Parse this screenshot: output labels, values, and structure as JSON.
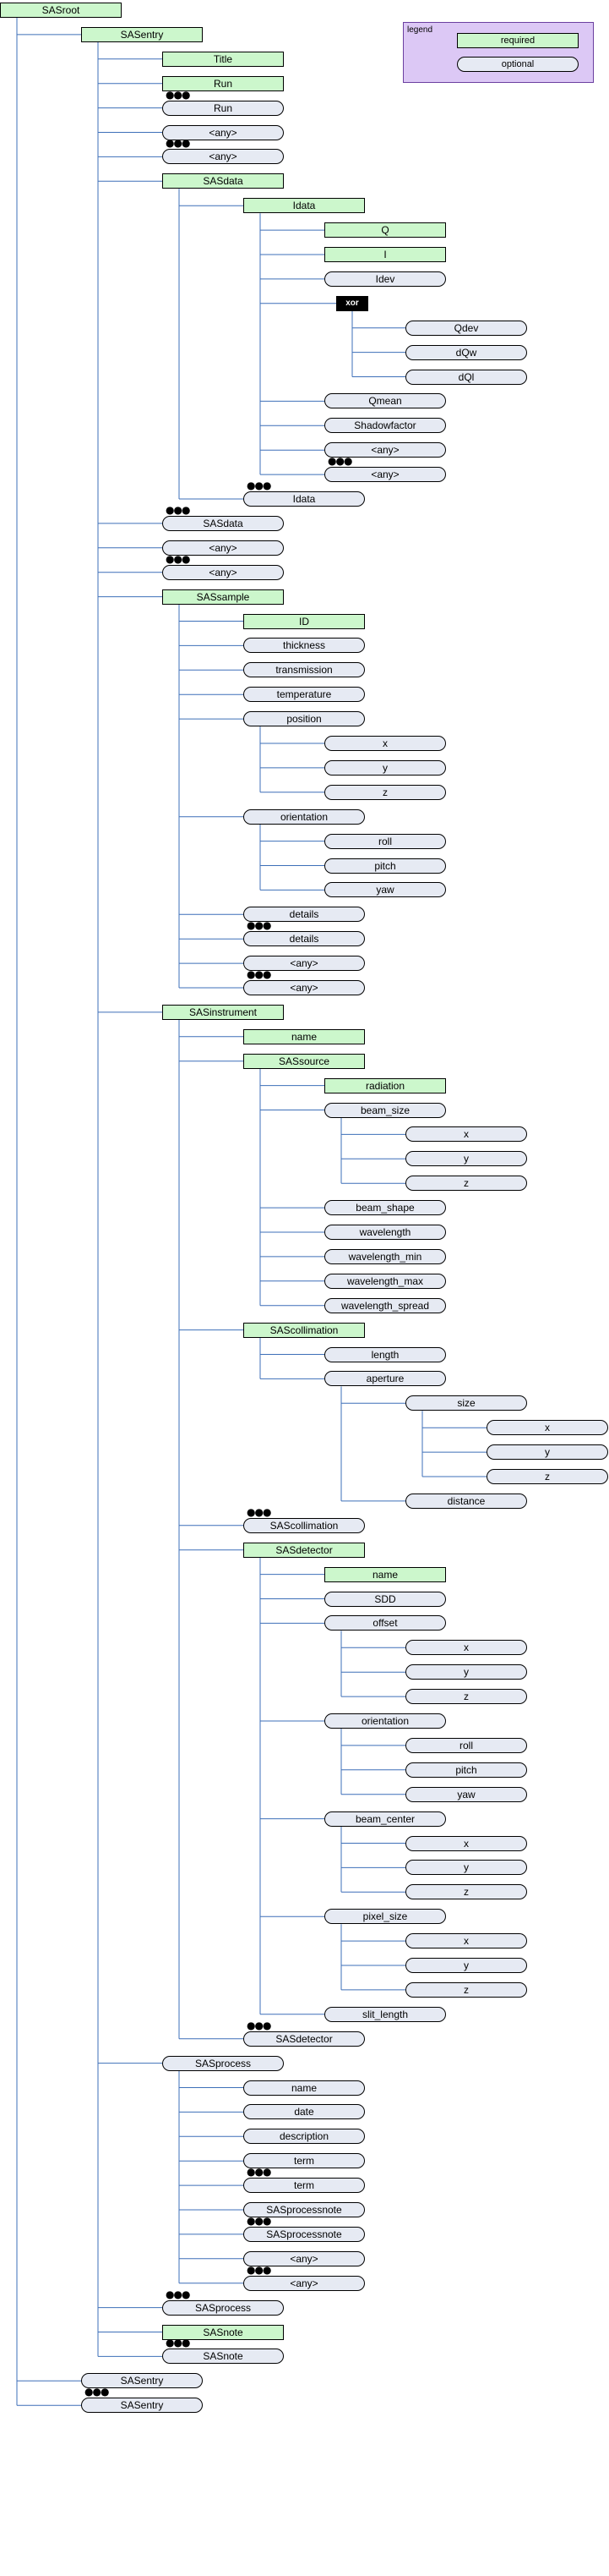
{
  "legend": {
    "title": "legend",
    "required": "required",
    "optional": "optional"
  },
  "xor_label": "xor",
  "repeat_marker": "●●●",
  "tree": [
    {
      "label": "SASroot",
      "req": true,
      "children": [
        {
          "label": "SASentry",
          "req": true,
          "children": [
            {
              "label": "Title",
              "req": true
            },
            {
              "label": "Run",
              "req": true
            },
            {
              "label": "Run",
              "rep": true
            },
            {
              "label": "<any>"
            },
            {
              "label": "<any>",
              "rep": true
            },
            {
              "label": "SASdata",
              "req": true,
              "children": [
                {
                  "label": "Idata",
                  "req": true,
                  "children": [
                    {
                      "label": "Q",
                      "req": true
                    },
                    {
                      "label": "I",
                      "req": true
                    },
                    {
                      "label": "Idev"
                    },
                    {
                      "xor": true,
                      "children": [
                        {
                          "label": "Qdev"
                        },
                        {
                          "label": "dQw"
                        },
                        {
                          "label": "dQl"
                        }
                      ]
                    },
                    {
                      "label": "Qmean"
                    },
                    {
                      "label": "Shadowfactor"
                    },
                    {
                      "label": "<any>"
                    },
                    {
                      "label": "<any>",
                      "rep": true
                    }
                  ]
                },
                {
                  "label": "Idata",
                  "rep": true
                }
              ]
            },
            {
              "label": "SASdata",
              "rep": true
            },
            {
              "label": "<any>"
            },
            {
              "label": "<any>",
              "rep": true
            },
            {
              "label": "SASsample",
              "req": true,
              "children": [
                {
                  "label": "ID",
                  "req": true
                },
                {
                  "label": "thickness"
                },
                {
                  "label": "transmission"
                },
                {
                  "label": "temperature"
                },
                {
                  "label": "position",
                  "children": [
                    {
                      "label": "x"
                    },
                    {
                      "label": "y"
                    },
                    {
                      "label": "z"
                    }
                  ]
                },
                {
                  "label": "orientation",
                  "children": [
                    {
                      "label": "roll"
                    },
                    {
                      "label": "pitch"
                    },
                    {
                      "label": "yaw"
                    }
                  ]
                },
                {
                  "label": "details"
                },
                {
                  "label": "details",
                  "rep": true
                },
                {
                  "label": "<any>"
                },
                {
                  "label": "<any>",
                  "rep": true
                }
              ]
            },
            {
              "label": "SASinstrument",
              "req": true,
              "children": [
                {
                  "label": "name",
                  "req": true
                },
                {
                  "label": "SASsource",
                  "req": true,
                  "children": [
                    {
                      "label": "radiation",
                      "req": true
                    },
                    {
                      "label": "beam_size",
                      "children": [
                        {
                          "label": "x"
                        },
                        {
                          "label": "y"
                        },
                        {
                          "label": "z"
                        }
                      ]
                    },
                    {
                      "label": "beam_shape"
                    },
                    {
                      "label": "wavelength"
                    },
                    {
                      "label": "wavelength_min"
                    },
                    {
                      "label": "wavelength_max"
                    },
                    {
                      "label": "wavelength_spread"
                    }
                  ]
                },
                {
                  "label": "SAScollimation",
                  "req": true,
                  "children": [
                    {
                      "label": "length"
                    },
                    {
                      "label": "aperture",
                      "children": [
                        {
                          "label": "size",
                          "children": [
                            {
                              "label": "x"
                            },
                            {
                              "label": "y"
                            },
                            {
                              "label": "z"
                            }
                          ]
                        },
                        {
                          "label": "distance"
                        }
                      ]
                    }
                  ]
                },
                {
                  "label": "SAScollimation",
                  "rep": true
                },
                {
                  "label": "SASdetector",
                  "req": true,
                  "children": [
                    {
                      "label": "name",
                      "req": true
                    },
                    {
                      "label": "SDD"
                    },
                    {
                      "label": "offset",
                      "children": [
                        {
                          "label": "x"
                        },
                        {
                          "label": "y"
                        },
                        {
                          "label": "z"
                        }
                      ]
                    },
                    {
                      "label": "orientation",
                      "children": [
                        {
                          "label": "roll"
                        },
                        {
                          "label": "pitch"
                        },
                        {
                          "label": "yaw"
                        }
                      ]
                    },
                    {
                      "label": "beam_center",
                      "children": [
                        {
                          "label": "x"
                        },
                        {
                          "label": "y"
                        },
                        {
                          "label": "z"
                        }
                      ]
                    },
                    {
                      "label": "pixel_size",
                      "children": [
                        {
                          "label": "x"
                        },
                        {
                          "label": "y"
                        },
                        {
                          "label": "z"
                        }
                      ]
                    },
                    {
                      "label": "slit_length"
                    }
                  ]
                },
                {
                  "label": "SASdetector",
                  "rep": true
                }
              ]
            },
            {
              "label": "SASprocess",
              "children": [
                {
                  "label": "name"
                },
                {
                  "label": "date"
                },
                {
                  "label": "description"
                },
                {
                  "label": "term"
                },
                {
                  "label": "term",
                  "rep": true
                },
                {
                  "label": "SASprocessnote"
                },
                {
                  "label": "SASprocessnote",
                  "rep": true
                },
                {
                  "label": "<any>"
                },
                {
                  "label": "<any>",
                  "rep": true
                }
              ]
            },
            {
              "label": "SASprocess",
              "rep": true
            },
            {
              "label": "SASnote",
              "req": true
            },
            {
              "label": "SASnote",
              "rep": true
            }
          ]
        },
        {
          "label": "SASentry"
        },
        {
          "label": "SASentry",
          "rep": true
        }
      ]
    }
  ]
}
